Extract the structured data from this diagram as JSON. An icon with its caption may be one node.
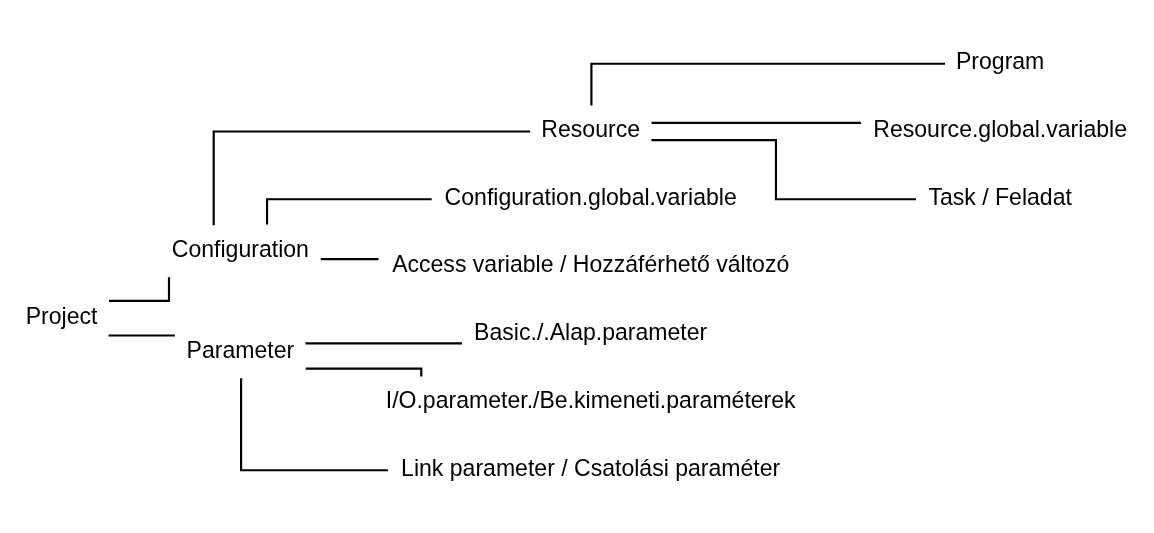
{
  "diagram": {
    "nodes": [
      {
        "text": [
          "Project"
        ]
      },
      {
        "text": [
          "Configuration"
        ]
      },
      {
        "text": [
          "Resource"
        ]
      },
      {
        "text": [
          "Program"
        ]
      },
      {
        "text": [
          "Resource.global.variable"
        ]
      },
      {
        "text": [
          "Task / Feladat"
        ]
      },
      {
        "text": [
          "Configuration.global.variable"
        ]
      },
      {
        "text": [
          "Access variable / Hozzáférhető változó"
        ]
      },
      {
        "text": [
          "Parameter"
        ]
      },
      {
        "text": [
          "Basic./.Alap.parameter"
        ]
      },
      {
        "text": [
          "I/O.parameter./Be.kimeneti.paraméterek"
        ]
      },
      {
        "text": [
          "Link parameter / Csatolási paraméter"
        ]
      }
    ],
    "edges": [
      {
        "from": 0,
        "to": 1,
        "arrow": "none"
      },
      {
        "from": 0,
        "to": 8,
        "arrow": "none"
      },
      {
        "from": 1,
        "to": 2,
        "arrow": "none"
      },
      {
        "from": 2,
        "to": 3,
        "arrow": "none"
      },
      {
        "from": 2,
        "to": 4,
        "arrow": "none"
      },
      {
        "from": 2,
        "to": 5,
        "arrow": "none"
      },
      {
        "from": 1,
        "to": 6,
        "arrow": "none"
      },
      {
        "from": 1,
        "to": 7,
        "arrow": "none"
      },
      {
        "from": 8,
        "to": 9,
        "arrow": "none"
      },
      {
        "from": 8,
        "to": 10,
        "arrow": "none"
      },
      {
        "from": 8,
        "to": 11,
        "arrow": "none"
      }
    ]
  }
}
